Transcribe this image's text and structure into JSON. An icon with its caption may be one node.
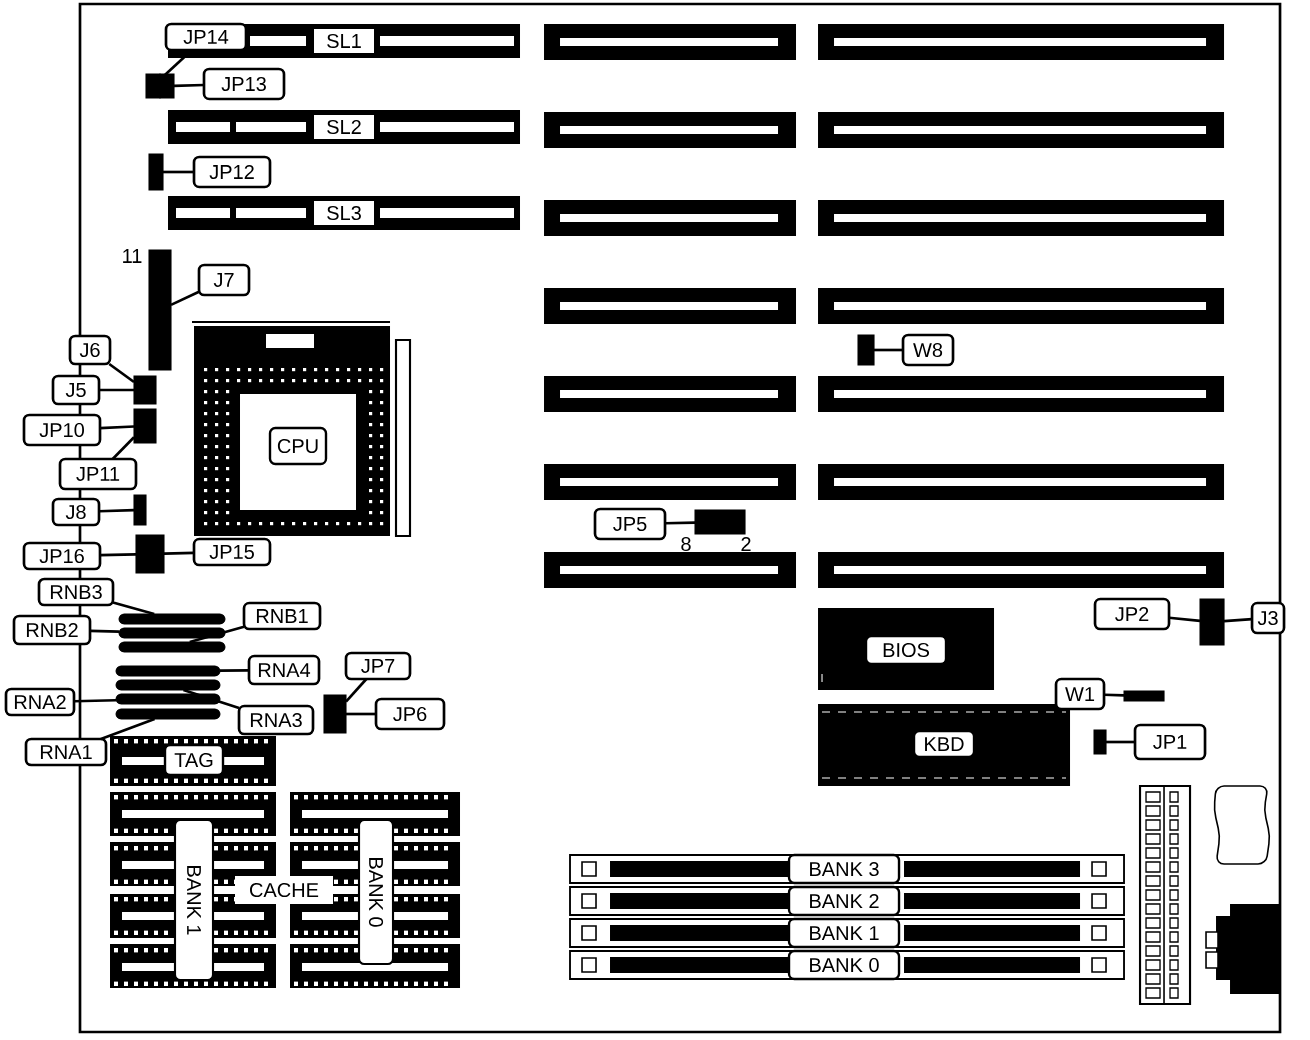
{
  "diagram": {
    "nodes": [
      {
        "text": [
          "JP14"
        ]
      },
      {
        "text": [
          "SL1"
        ]
      },
      {
        "text": [],
        "shape": "box"
      },
      {
        "text": [],
        "shape": "box"
      },
      {
        "text": [
          "JP13"
        ]
      },
      {
        "text": [
          "SL2"
        ]
      },
      {
        "text": [],
        "shape": "box"
      },
      {
        "text": [
          "JP12"
        ]
      },
      {
        "text": [
          "SL3"
        ]
      },
      {
        "text": [],
        "shape": "box"
      },
      {
        "text": [
          "J7"
        ]
      },
      {
        "text": [
          "J6"
        ]
      },
      {
        "text": [],
        "shape": "box"
      },
      {
        "text": [
          "J5"
        ]
      },
      {
        "text": [
          "CPU"
        ]
      },
      {
        "text": [
          "JP10"
        ]
      },
      {
        "text": [],
        "shape": "box"
      },
      {
        "text": [
          "JP11"
        ]
      },
      {
        "text": [
          "J8"
        ]
      },
      {
        "text": [],
        "shape": "box"
      },
      {
        "text": [
          "JP16"
        ]
      },
      {
        "text": [],
        "shape": "box"
      },
      {
        "text": [
          "JP15"
        ]
      },
      {
        "text": [
          "RNB3"
        ]
      },
      {
        "text": [],
        "shape": "box"
      },
      {
        "text": [
          "RNB2"
        ]
      },
      {
        "text": [],
        "shape": "box"
      },
      {
        "text": [
          "RNB1"
        ]
      },
      {
        "text": [],
        "shape": "box"
      },
      {
        "text": [
          "JP7"
        ]
      },
      {
        "text": [
          "RNA4"
        ]
      },
      {
        "text": [],
        "shape": "box"
      },
      {
        "text": [],
        "shape": "box"
      },
      {
        "text": [
          "RNA2"
        ]
      },
      {
        "text": [],
        "shape": "box"
      },
      {
        "text": [
          "RNA3"
        ]
      },
      {
        "text": [],
        "shape": "box"
      },
      {
        "text": [
          "JP6"
        ]
      },
      {
        "text": [],
        "shape": "box"
      },
      {
        "text": [
          "RNA1"
        ]
      },
      {
        "text": [
          "TAG"
        ]
      },
      {
        "text": [
          "BANK 1"
        ]
      },
      {
        "text": [
          "CACHE"
        ]
      },
      {
        "text": [
          "BANK 0"
        ]
      },
      {
        "text": [],
        "shape": "box"
      },
      {
        "text": [
          "W8"
        ]
      },
      {
        "text": [
          "JP5"
        ]
      },
      {
        "text": [],
        "shape": "box"
      },
      {
        "text": [
          "JP2"
        ]
      },
      {
        "text": [],
        "shape": "box"
      },
      {
        "text": [
          "J3"
        ]
      },
      {
        "text": [
          "BIOS"
        ]
      },
      {
        "text": [
          "W1"
        ]
      },
      {
        "text": [],
        "shape": "box"
      },
      {
        "text": [
          "KBD"
        ]
      },
      {
        "text": [],
        "shape": "box"
      },
      {
        "text": [
          "JP1"
        ]
      },
      {
        "text": [
          "BANK 3"
        ]
      },
      {
        "text": [
          "BANK 2"
        ]
      },
      {
        "text": [
          "BANK 1"
        ]
      },
      {
        "text": [
          "BANK 0"
        ]
      }
    ],
    "edges": [
      {
        "from": 0,
        "to": 2,
        "arrow": "none"
      },
      {
        "from": 4,
        "to": 3,
        "arrow": "none"
      },
      {
        "from": 7,
        "to": 6,
        "arrow": "none"
      },
      {
        "from": 10,
        "to": 9,
        "arrow": "none"
      },
      {
        "from": 11,
        "to": 12,
        "arrow": "none"
      },
      {
        "from": 13,
        "to": 12,
        "arrow": "none"
      },
      {
        "from": 15,
        "to": 16,
        "arrow": "none"
      },
      {
        "from": 17,
        "to": 16,
        "arrow": "none"
      },
      {
        "from": 18,
        "to": 19,
        "arrow": "none"
      },
      {
        "from": 20,
        "to": 21,
        "arrow": "none"
      },
      {
        "from": 22,
        "to": 21,
        "arrow": "none"
      },
      {
        "from": 23,
        "to": 24,
        "arrow": "none"
      },
      {
        "from": 25,
        "to": 26,
        "arrow": "none"
      },
      {
        "from": 27,
        "to": 28,
        "arrow": "none"
      },
      {
        "from": 30,
        "to": 31,
        "arrow": "none"
      },
      {
        "from": 35,
        "to": 32,
        "arrow": "none"
      },
      {
        "from": 33,
        "to": 34,
        "arrow": "none"
      },
      {
        "from": 39,
        "to": 38,
        "arrow": "none"
      },
      {
        "from": 29,
        "to": 36,
        "arrow": "none"
      },
      {
        "from": 37,
        "to": 36,
        "arrow": "none"
      },
      {
        "from": 45,
        "to": 44,
        "arrow": "none"
      },
      {
        "from": 46,
        "to": 47,
        "arrow": "none"
      },
      {
        "from": 48,
        "to": 49,
        "arrow": "none"
      },
      {
        "from": 50,
        "to": 49,
        "arrow": "none"
      },
      {
        "from": 52,
        "to": 53,
        "arrow": "none"
      },
      {
        "from": 56,
        "to": 55,
        "arrow": "none"
      }
    ],
    "labels": [
      "11",
      "8",
      "2"
    ]
  }
}
